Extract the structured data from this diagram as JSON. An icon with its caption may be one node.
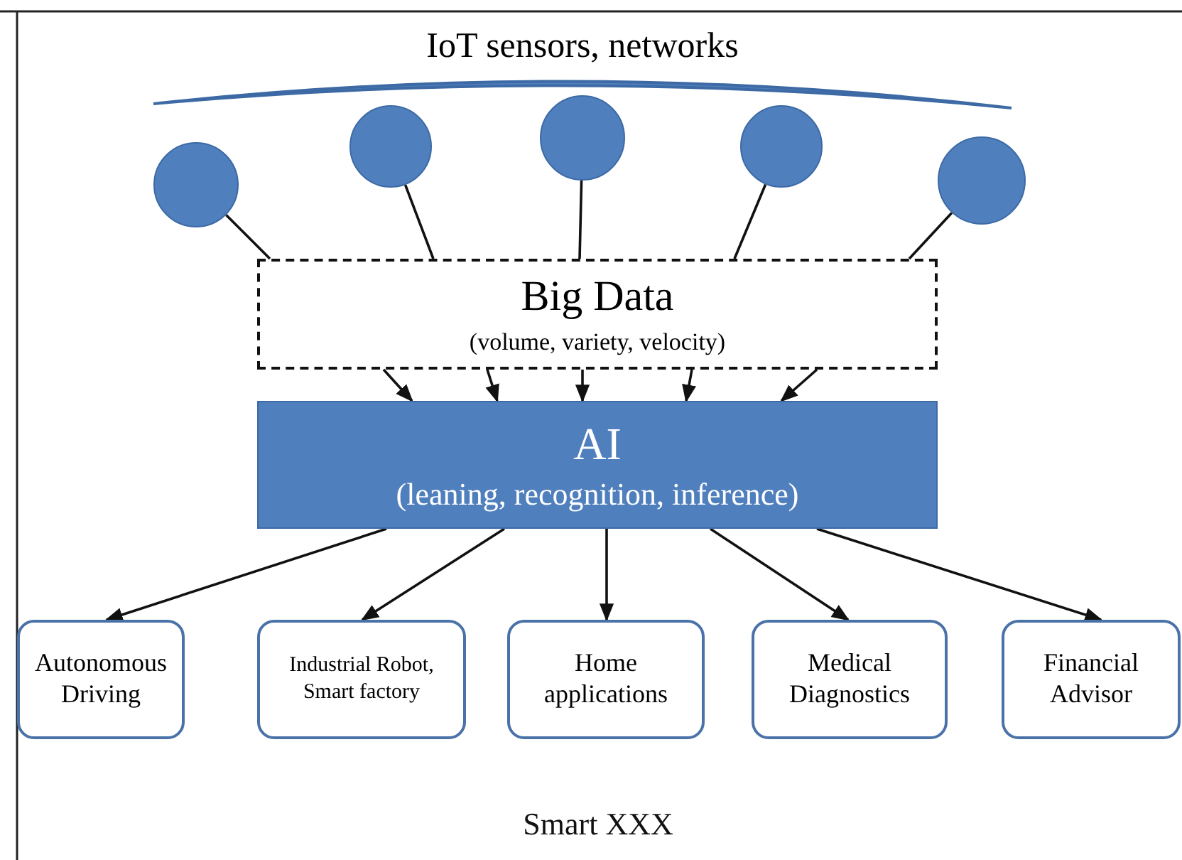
{
  "diagram": {
    "nodes": [
      {
        "text": [
          "IoT sensors, networks"
        ]
      },
      {
        "text": [],
        "shape": "circle"
      },
      {
        "text": [],
        "shape": "circle"
      },
      {
        "text": [],
        "shape": "circle"
      },
      {
        "text": [],
        "shape": "circle"
      },
      {
        "text": [],
        "shape": "circle"
      },
      {
        "text": [
          "Big Data",
          "(volume, variety, velocity)"
        ]
      },
      {
        "text": [
          "AI",
          "(leaning, recognition, inference)"
        ]
      },
      {
        "text": [
          "Autonomous Driving"
        ]
      },
      {
        "text": [
          "Industrial Robot, Smart factory"
        ]
      },
      {
        "text": [
          "Home applications"
        ]
      },
      {
        "text": [
          "Medical Diagnostics"
        ]
      },
      {
        "text": [
          "Financial Advisor"
        ]
      }
    ],
    "edges": [
      {
        "from": 1,
        "to": 6,
        "arrow": "none"
      },
      {
        "from": 2,
        "to": 6,
        "arrow": "none"
      },
      {
        "from": 3,
        "to": 6,
        "arrow": "none"
      },
      {
        "from": 4,
        "to": 6,
        "arrow": "none"
      },
      {
        "from": 5,
        "to": 6,
        "arrow": "none"
      },
      {
        "from": 6,
        "to": 7,
        "arrow": "to"
      },
      {
        "from": 6,
        "to": 7,
        "arrow": "to"
      },
      {
        "from": 6,
        "to": 7,
        "arrow": "to"
      },
      {
        "from": 6,
        "to": 7,
        "arrow": "to"
      },
      {
        "from": 6,
        "to": 7,
        "arrow": "to"
      },
      {
        "from": 7,
        "to": 8,
        "arrow": "to"
      },
      {
        "from": 7,
        "to": 9,
        "arrow": "to"
      },
      {
        "from": 7,
        "to": 10,
        "arrow": "to"
      },
      {
        "from": 7,
        "to": 11,
        "arrow": "to"
      },
      {
        "from": 7,
        "to": 12,
        "arrow": "to"
      }
    ],
    "labels": [
      "Smart XXX"
    ]
  }
}
